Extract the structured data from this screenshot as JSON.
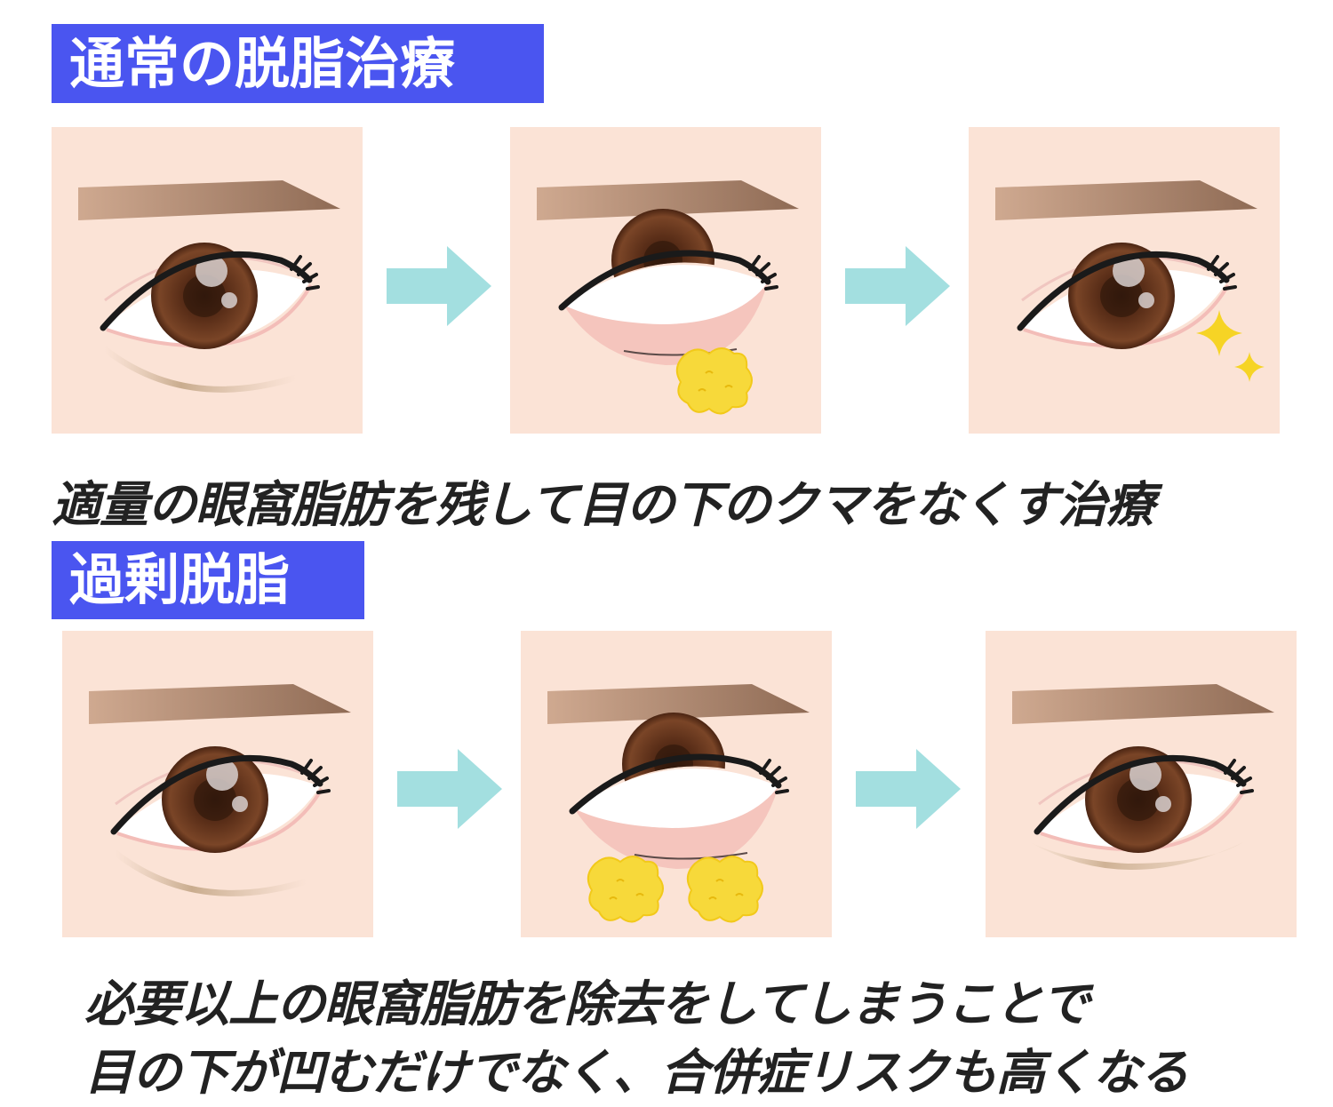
{
  "normal_section": {
    "title": "通常の脱脂治療",
    "caption": "適量の眼窩脂肪を残して目の下のクマをなくす治療"
  },
  "excess_section": {
    "title": "過剰脱脂",
    "caption_line1": "必要以上の眼窩脂肪を除去をしてしまうことで",
    "caption_line2": "目の下が凹むだけでなく、合併症リスクも高くなる"
  },
  "colors": {
    "heading_bg": "#4a55f0",
    "skin": "#fbe3d6",
    "arrow": "#a3dfe0",
    "fat": "#f7d93a",
    "iris": "#6b3b22"
  },
  "icons": [
    "eye-before-icon",
    "arrow-right-icon",
    "eye-surgery-icon",
    "sparkle-icon",
    "eye-sunken-icon"
  ]
}
